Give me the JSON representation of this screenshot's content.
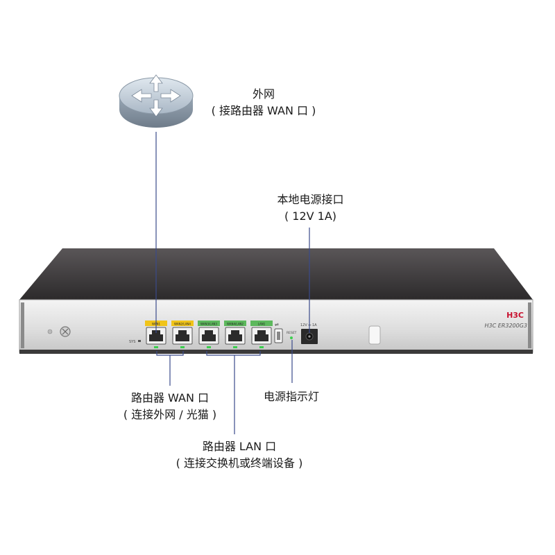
{
  "labels": {
    "internet": {
      "line1": "外网",
      "line2": "( 接路由器 WAN 口 )"
    },
    "power_port": {
      "line1": "本地电源接口",
      "line2": "( 12V 1A)"
    },
    "wan_port": {
      "line1": "路由器 WAN 口",
      "line2": "( 连接外网 / 光猫 )"
    },
    "power_led": {
      "line1": "电源指示灯"
    },
    "lan_port": {
      "line1": "路由器 LAN 口",
      "line2": "( 连接交换机或终端设备 )"
    }
  },
  "device": {
    "brand": "H3C",
    "model": "H3C  ER3200G3",
    "ports": [
      "WAN1",
      "WAN2/LAN4",
      "WAN3/LAN3",
      "WAN4/LAN2",
      "LAN1"
    ],
    "sys_label": "SYS",
    "reset_label": "RESET",
    "power_label": "12V ⎓ 1A"
  },
  "colors": {
    "wan_tag": "#f0c419",
    "lan_tag": "#5cb85c",
    "line": "#3a4a8a",
    "led": "#3ccf4e"
  }
}
